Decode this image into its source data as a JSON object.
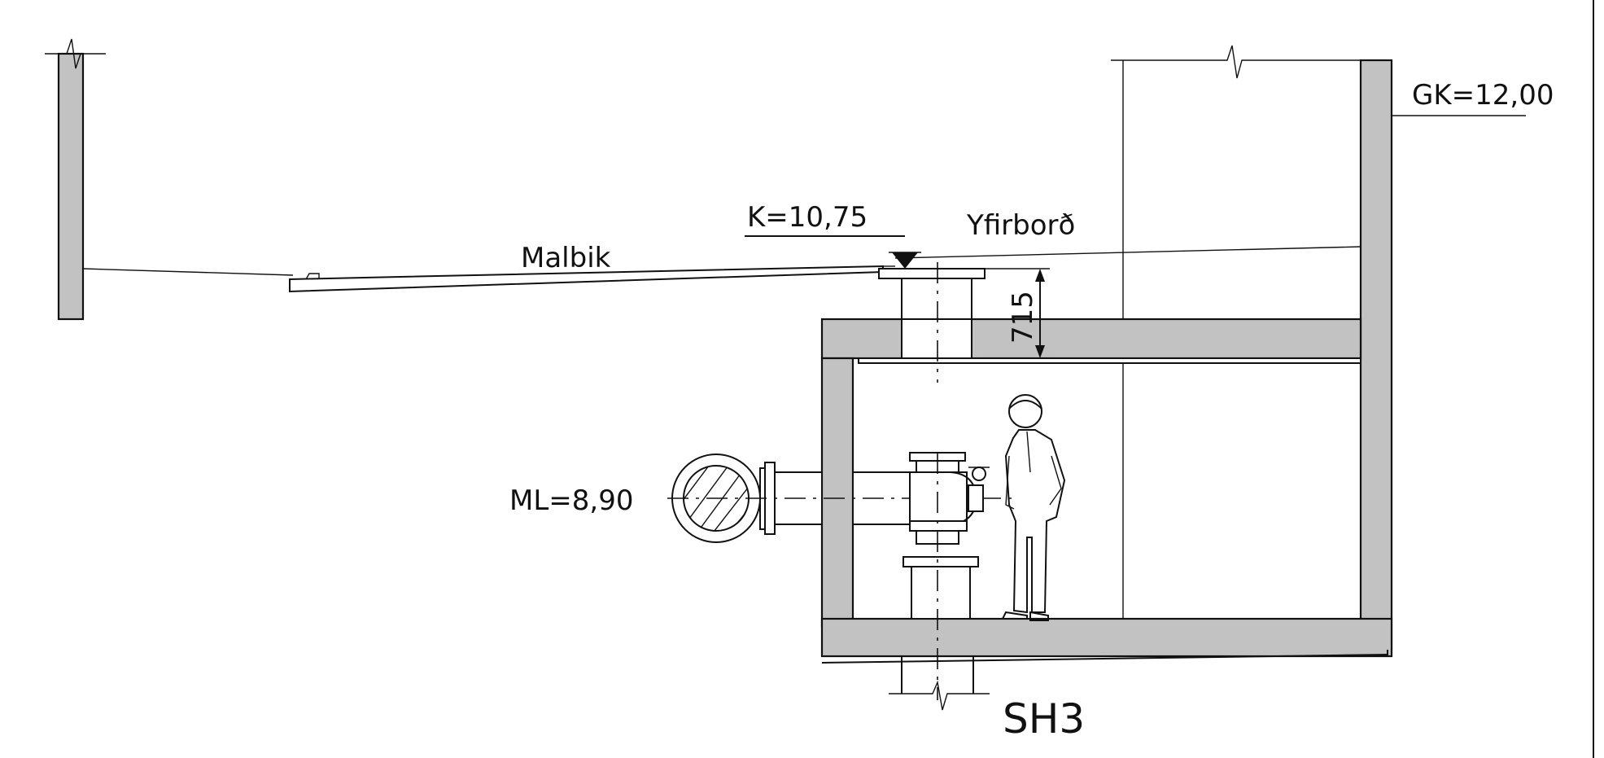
{
  "drawing": {
    "labels": {
      "ground_level": "GK=12,00",
      "cover_level": "K=10,75",
      "surface": "Yfirborð",
      "asphalt": "Malbik",
      "dimension": "715",
      "pipe_level": "ML=8,90",
      "section_id": "SH3"
    },
    "colors": {
      "wall_fill": "#c2c2c2",
      "line": "#111111",
      "background": "#ffffff"
    }
  }
}
